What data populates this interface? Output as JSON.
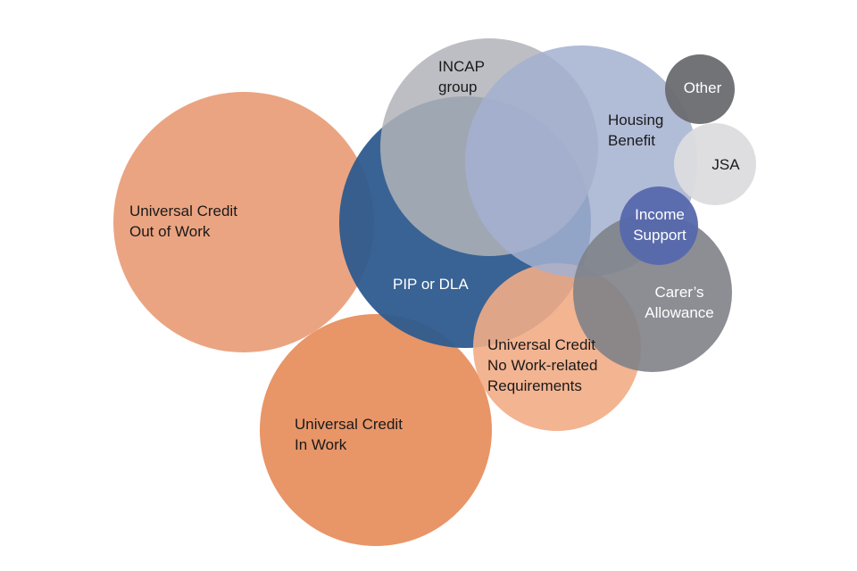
{
  "bubbles": [
    {
      "id": "uc-out-of-work",
      "lines": [
        "Universal Credit",
        "Out of Work"
      ],
      "fill": "#e8946b",
      "text_color": "#1a1a1a"
    },
    {
      "id": "uc-in-work",
      "lines": [
        "Universal Credit",
        "In Work"
      ],
      "fill": "#e68a58",
      "text_color": "#1a1a1a"
    },
    {
      "id": "pip-or-dla",
      "lines": [
        "PIP or DLA"
      ],
      "fill": "#2e5b8e",
      "text_color": "#ffffff"
    },
    {
      "id": "uc-no-work-related",
      "lines": [
        "Universal Credit",
        "No Work-related",
        "Requirements"
      ],
      "fill": "#f2ac86",
      "text_color": "#1a1a1a"
    },
    {
      "id": "incap-group",
      "lines": [
        "INCAP",
        "group"
      ],
      "fill": "#b1b3b9",
      "text_color": "#1a1a1a"
    },
    {
      "id": "housing-benefit",
      "lines": [
        "Housing",
        "Benefit"
      ],
      "fill": "#a3b0d0",
      "text_color": "#1a1a1a"
    },
    {
      "id": "carers-allowance",
      "lines": [
        "Carer’s",
        "Allowance"
      ],
      "fill": "#808288",
      "text_color": "#ffffff"
    },
    {
      "id": "income-support",
      "lines": [
        "Income",
        "Support"
      ],
      "fill": "#5668ad",
      "text_color": "#ffffff"
    },
    {
      "id": "other",
      "lines": [
        "Other"
      ],
      "fill": "#6a6c70",
      "text_color": "#ffffff"
    },
    {
      "id": "jsa",
      "lines": [
        "JSA"
      ],
      "fill": "#dcdcde",
      "text_color": "#1a1a1a"
    }
  ]
}
